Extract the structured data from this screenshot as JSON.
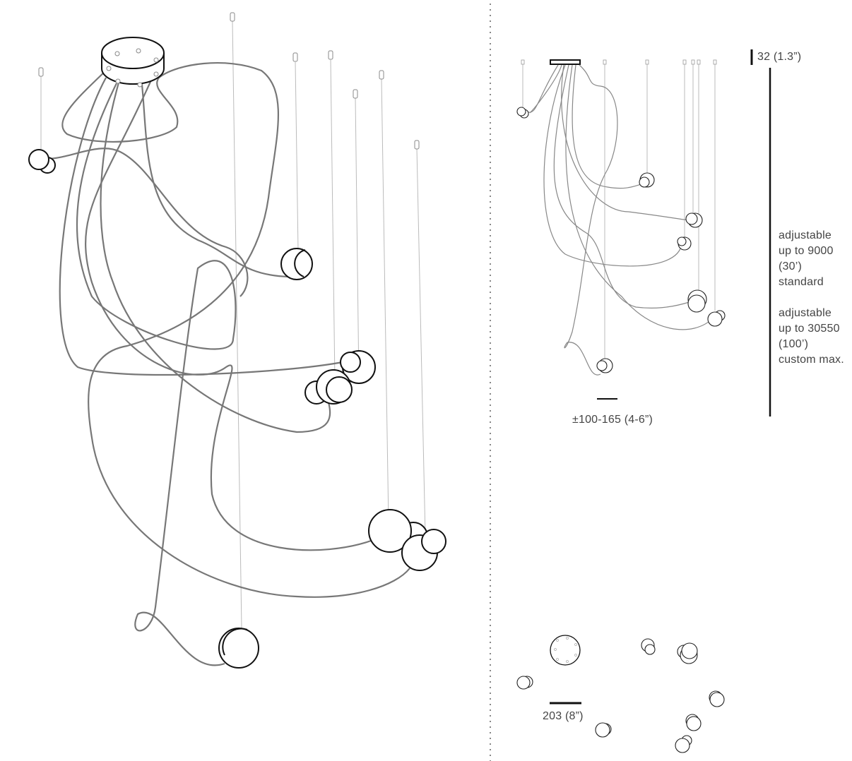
{
  "dimensions": {
    "canopy_height": "32 (1.3”)",
    "drop_length": {
      "standard_lines": [
        "adjustable",
        "up to 9000",
        "(30’)",
        "standard"
      ],
      "custom_lines": [
        "adjustable",
        "up to 30550",
        "(100’)",
        "custom max."
      ]
    },
    "cluster_spread": "±100-165 (4-6”)",
    "canopy_diameter": "203 (8”)"
  },
  "colors": {
    "cable": "#777777",
    "outline": "#111111",
    "divider": "#888888"
  }
}
